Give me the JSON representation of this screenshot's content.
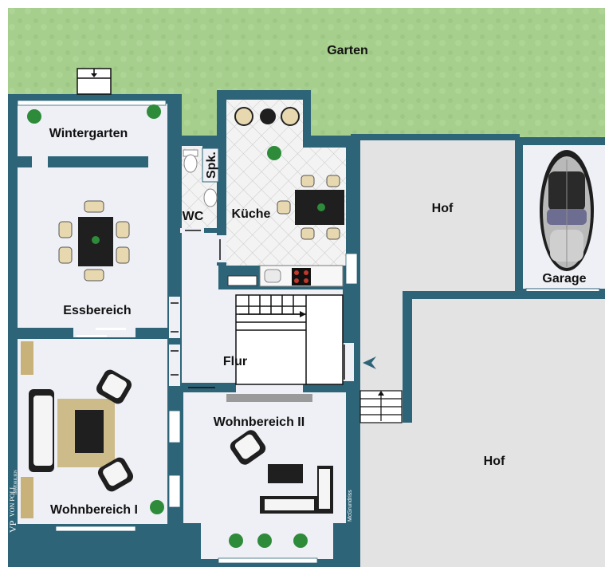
{
  "rooms": {
    "garten": "Garten",
    "wintergarten": "Wintergarten",
    "spk": "Spk.",
    "wc": "WC",
    "kueche": "Küche",
    "hof_top": "Hof",
    "garage": "Garage",
    "essbereich": "Essbereich",
    "flur": "Flur",
    "wohnbereich2": "Wohnbereich II",
    "hof_bottom": "Hof",
    "wohnbereich1": "Wohnbereich I"
  },
  "branding": {
    "logo_initials": "VP",
    "logo_name": "VON POLL",
    "logo_sub": "IMMOBILIEN",
    "credit": "McGrundriss"
  },
  "colors": {
    "wall": "#2e6478",
    "floor": "#eef0f5",
    "garden": "#a6cf8d",
    "yard": "#e4e4e4",
    "furniture": "#222222",
    "rug": "#cdbb8a"
  }
}
